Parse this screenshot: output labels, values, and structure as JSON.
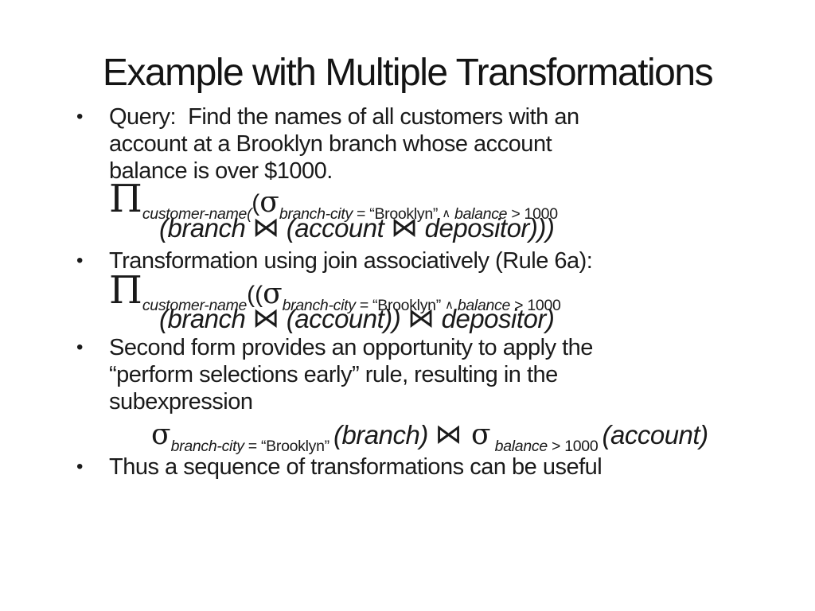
{
  "slide": {
    "title": "Example with Multiple Transformations",
    "bullet1": {
      "marker": "•",
      "lines": [
        "Query:  Find the names of all customers with an",
        "account at a Brooklyn branch whose account",
        "balance is over $1000."
      ]
    },
    "formula1": {
      "pi": "Π",
      "pi_sub": "customer-name(",
      "open_paren": "(",
      "sigma": "σ",
      "cond_attr1": "branch-city",
      "cond_eq": " = “Brooklyn” ",
      "wedge": "∧",
      "cond_attr2": " balance",
      "cond_cmp": " > 1000",
      "line2": {
        "p1": "(branch ",
        "join1": "⋈",
        "p2": " (account ",
        "join2": "⋈",
        "p3": " depositor)))"
      }
    },
    "bullet2": {
      "marker": "•",
      "lines": [
        "Transformation using join associatively (Rule 6a):"
      ]
    },
    "formula2": {
      "pi": "Π",
      "pi_sub": "customer-name",
      "open_paren": "((",
      "sigma": "σ",
      "cond_attr1": "branch-city",
      "cond_eq": " = “Brooklyn” ",
      "wedge": "∧",
      "cond_attr2": " balance",
      "cond_cmp": " > 1000",
      "line2": {
        "p1": "(branch ",
        "join1": "⋈",
        "p2": " (account)) ",
        "join2": "⋈",
        "p3": " depositor)"
      }
    },
    "bullet3": {
      "marker": "•",
      "lines": [
        "Second form provides an opportunity to apply the",
        "“perform selections early” rule, resulting in the",
        "subexpression"
      ]
    },
    "formula3": {
      "sigma1": "σ",
      "sub1_attr": "branch-city",
      "sub1_val": " = “Brooklyn” ",
      "operand1": "(branch) ",
      "join": "⋈",
      "sigma2": " σ",
      "sub2_attr": " balance",
      "sub2_val": " > 1000 ",
      "operand2": "(account)"
    },
    "bullet4": {
      "marker": "•",
      "lines": [
        "Thus a sequence of transformations can be useful"
      ]
    }
  }
}
